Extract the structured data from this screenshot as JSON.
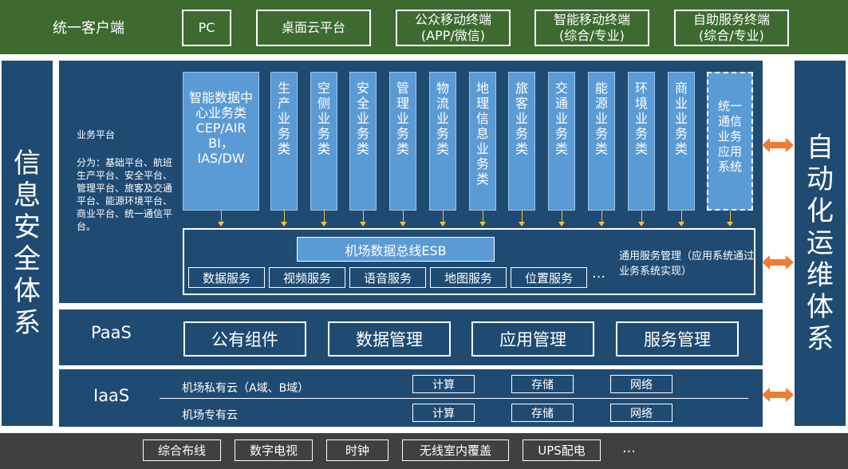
{
  "client": {
    "label": "统一客户端",
    "items": [
      {
        "line1": "PC",
        "line2": ""
      },
      {
        "line1": "桌面云平台",
        "line2": ""
      },
      {
        "line1": "公众移动终端",
        "line2": "(APP/微信)"
      },
      {
        "line1": "智能移动终端",
        "line2": "(综合/专业)"
      },
      {
        "line1": "自助服务终端",
        "line2": "(综合/专业)"
      }
    ]
  },
  "left_column": {
    "label": "信息安全体系"
  },
  "right_column": {
    "label": "自动化运维体系"
  },
  "business_platform": {
    "title": "业务平台",
    "description": "分为：基础平台、航班生产平台、安全平台、管理平台、旅客及交通平台、能源环境平台、商业平台、统一通信平台。",
    "columns": [
      "智能数据中心业务类CEP/AIR BI，IAS/DW",
      "生产业务类",
      "空侧业务类",
      "安全业务类",
      "管理业务类",
      "物流业务类",
      "地理信息业务类",
      "旅客业务类",
      "交通业务类",
      "能源业务类",
      "环境业务类",
      "商业业务类",
      "统一通信业务应用系统"
    ]
  },
  "common_services": {
    "esb": "机场数据总线ESB",
    "services": [
      "数据服务",
      "视频服务",
      "语音服务",
      "地图服务",
      "位置服务"
    ],
    "more": "…",
    "note": "通用服务管理（应用系统通过业务系统实现）"
  },
  "paas": {
    "label": "PaaS",
    "items": [
      "公有组件",
      "数据管理",
      "应用管理",
      "服务管理"
    ]
  },
  "iaas": {
    "label": "IaaS",
    "private_cloud": "机场私有云（A域、B域）",
    "dedicated_cloud": "机场专有云",
    "resources": [
      "计算",
      "存储",
      "网络"
    ]
  },
  "infrastructure": {
    "items": [
      "综合布线",
      "数字电视",
      "时钟",
      "无线室内覆盖",
      "UPS配电"
    ],
    "more": "…"
  },
  "colors": {
    "client_band": "#3c6a2f",
    "panel": "#1f4b73",
    "column": "#5b9bd5",
    "arrow": "#f2c230",
    "double_arrow": "#ed7d31",
    "infra_band": "#404040"
  }
}
